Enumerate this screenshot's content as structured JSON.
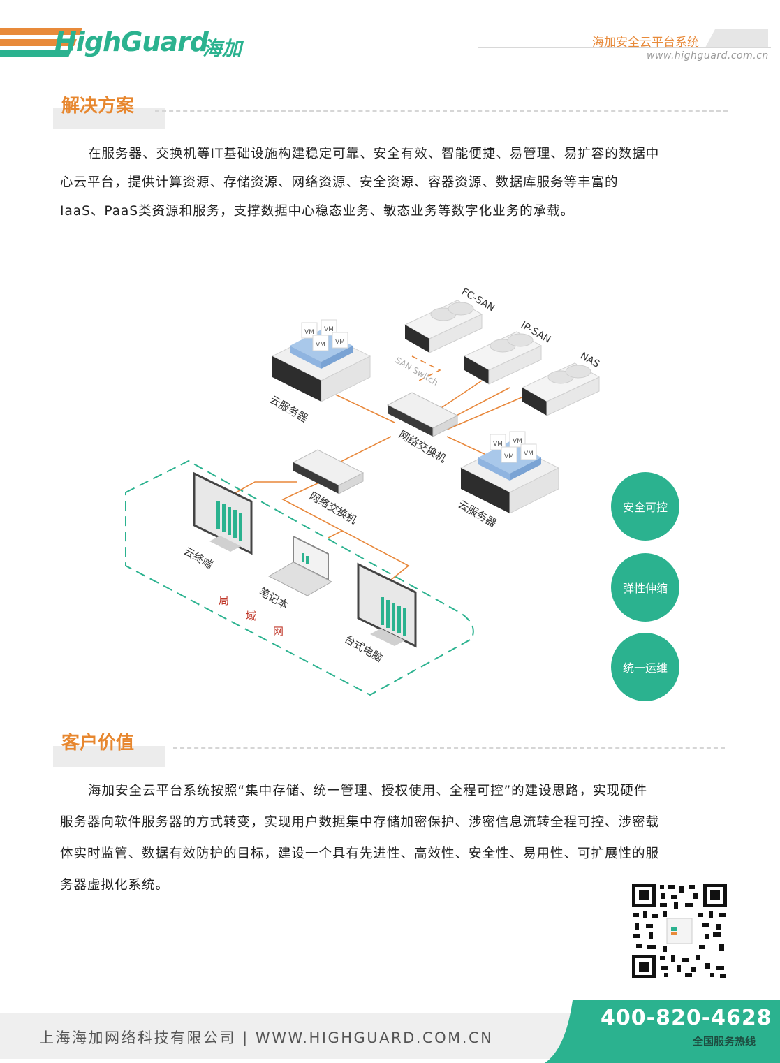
{
  "header": {
    "logo_text": "HighGuard",
    "logo_cn": "海加",
    "title": "海加安全云平台系统",
    "url": "www.highguard.com.cn"
  },
  "solution": {
    "heading": "解决方案",
    "lines": [
      "在服务器、交换机等IT基础设施构建稳定可靠、安全有效、智能便捷、易管理、易扩容的数据中",
      "心云平台，提供计算资源、存储资源、网络资源、安全资源、容器资源、数据库服务等丰富的",
      "IaaS、PaaS类资源和服务，支撑数据中心稳态业务、敏态业务等数字化业务的承载。"
    ]
  },
  "diagram": {
    "fc_san": "FC-SAN",
    "ip_san": "IP-SAN",
    "nas": "NAS",
    "san_switch": "SAN Switch",
    "cloud_server_1": "云服务器",
    "cloud_server_2": "云服务器",
    "switch_1": "网络交换机",
    "switch_2": "网络交换机",
    "cloud_terminal": "云终端",
    "laptop": "笔记本",
    "desktop": "台式电脑",
    "lan": [
      "局",
      "域",
      "网"
    ],
    "vm": "VM"
  },
  "features": [
    "安全可控",
    "弹性伸缩",
    "统一运维"
  ],
  "value": {
    "heading": "客户价值",
    "lines": [
      "海加安全云平台系统按照“集中存储、统一管理、授权使用、全程可控”的建设思路，实现硬件",
      "服务器向软件服务器的方式转变，实现用户数据集中存储加密保护、涉密信息流转全程可控、涉密载",
      "体实时监管、数据有效防护的目标，建设一个具有先进性、高效性、安全性、易用性、可扩展性的服",
      "务器虚拟化系统。"
    ]
  },
  "footer": {
    "company": "上海海加网络科技有限公司 | WWW.HIGHGUARD.COM.CN",
    "phone": "400-820-4628",
    "hotline": "全国服务热线"
  },
  "colors": {
    "green": "#2bb28f",
    "orange": "#e7872f",
    "line_orange": "#e8873a"
  }
}
